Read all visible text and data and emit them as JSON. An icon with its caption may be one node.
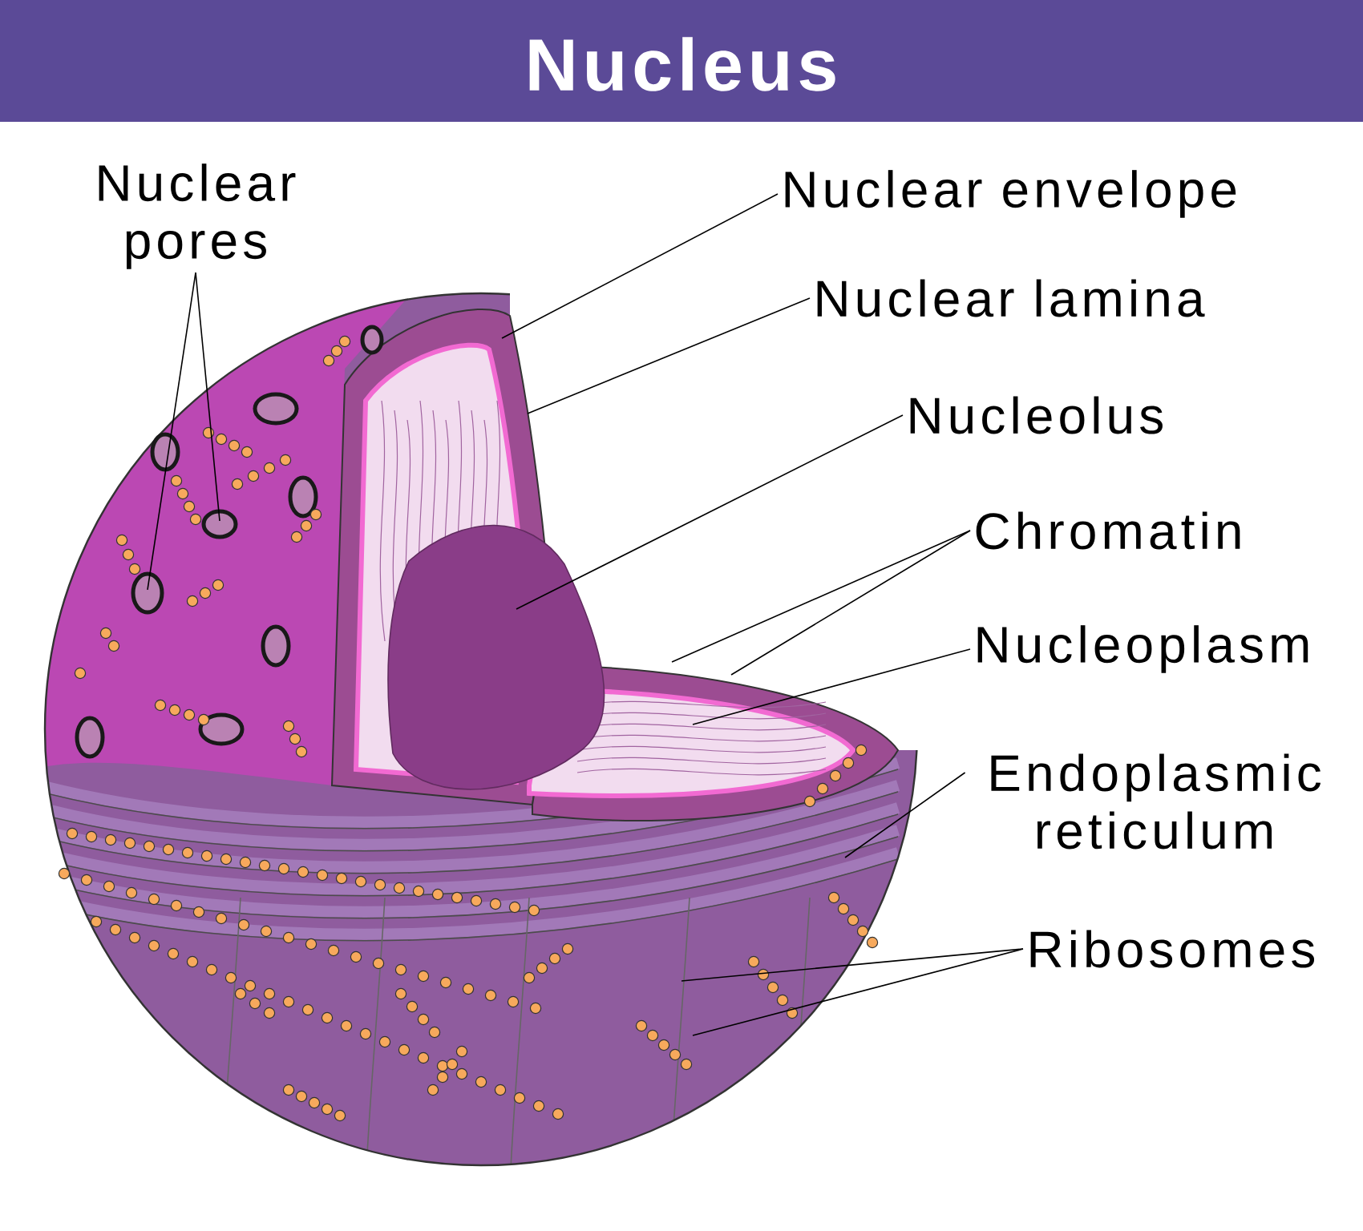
{
  "diagram": {
    "title": "Nucleus",
    "nodes": [
      {
        "text": [
          "Nuclear pores"
        ]
      },
      {
        "text": [
          "Nuclear envelope"
        ]
      },
      {
        "text": [
          "Nuclear lamina"
        ]
      },
      {
        "text": [
          "Nucleolus"
        ]
      },
      {
        "text": [
          "Chromatin"
        ]
      },
      {
        "text": [
          "Nucleoplasm"
        ]
      },
      {
        "text": [
          "Endoplasmic reticulum"
        ]
      },
      {
        "text": [
          "Ribosomes"
        ]
      }
    ],
    "edges": [
      {
        "from": 0,
        "to": null,
        "arrow": "none"
      },
      {
        "from": 0,
        "to": null,
        "arrow": "none"
      },
      {
        "from": 1,
        "to": null,
        "arrow": "none"
      },
      {
        "from": 2,
        "to": null,
        "arrow": "none"
      },
      {
        "from": 3,
        "to": null,
        "arrow": "none"
      },
      {
        "from": 4,
        "to": null,
        "arrow": "none"
      },
      {
        "from": 4,
        "to": null,
        "arrow": "none"
      },
      {
        "from": 5,
        "to": null,
        "arrow": "none"
      },
      {
        "from": 6,
        "to": null,
        "arrow": "none"
      },
      {
        "from": 7,
        "to": null,
        "arrow": "none"
      },
      {
        "from": 7,
        "to": null,
        "arrow": "none"
      }
    ]
  }
}
